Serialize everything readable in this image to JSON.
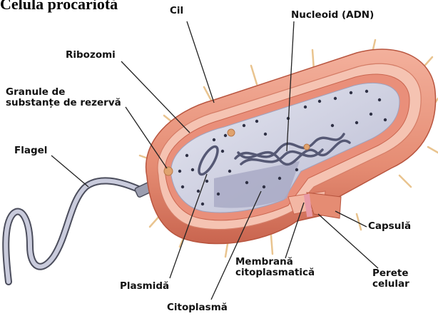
{
  "title": "Celula procariotă",
  "labels": {
    "cil": "Cil",
    "nucleoid": "Nucleoid (ADN)",
    "ribozomi": "Ribozomi",
    "granule_line1": "Granule de",
    "granule_line2": "substanțe de rezervă",
    "flagel": "Flagel",
    "capsula": "Capsulă",
    "membrana_line1": "Membrană",
    "membrana_line2": "citoplasmatică",
    "perete_line1": "Perete",
    "perete_line2": "celular",
    "plasmida": "Plasmidă",
    "citoplasma": "Citoplasmă"
  },
  "colors": {
    "capsule": "#ec9a82",
    "capsule_dark": "#d36f58",
    "cell_wall": "#f5c3b2",
    "membrane": "#e98f7a",
    "cytoplasm": "#d4d5e6",
    "cytoplasm_shadow": "#a9aac5",
    "ribosome": "#2f3145",
    "granule": "#e0a36e",
    "flagellum": "#c9cbdc",
    "flagellum_outline": "#4b4d5c",
    "pili": "#e9c48f"
  }
}
